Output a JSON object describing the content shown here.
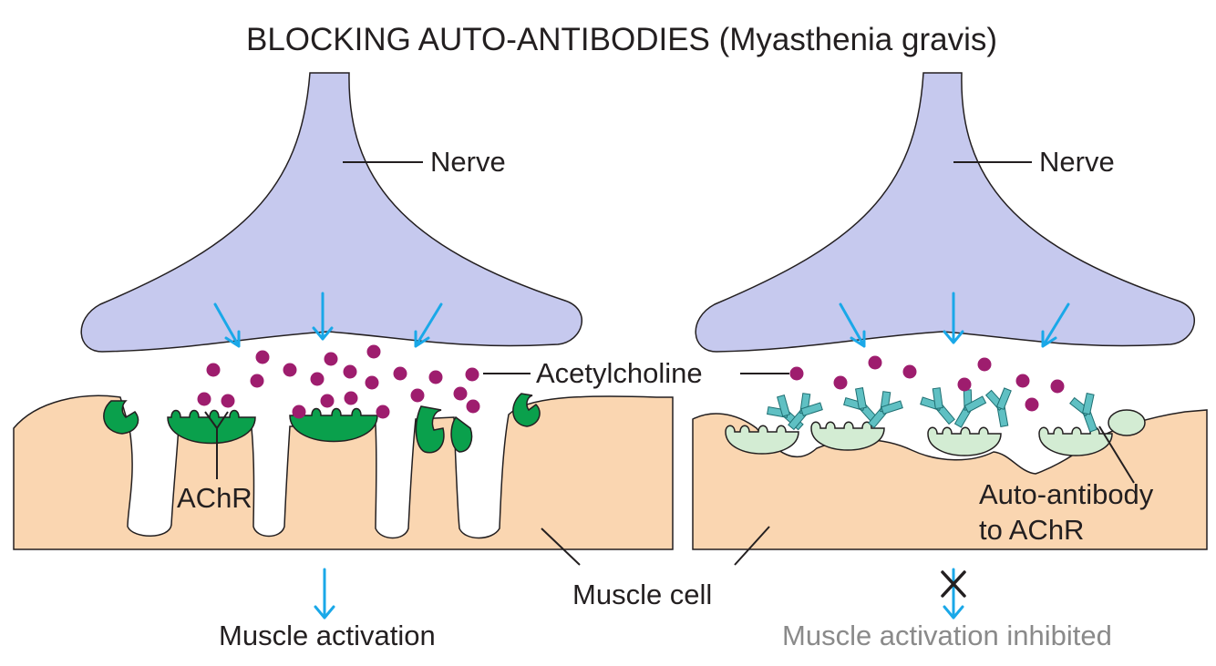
{
  "title": "BLOCKING AUTO-ANTIBODIES (Myasthenia gravis)",
  "left_panel": {
    "nerve_label": "Nerve",
    "receptor_label": "AChR",
    "outcome_label": "Muscle activation"
  },
  "right_panel": {
    "nerve_label": "Nerve",
    "antibody_label_line1": "Auto-antibody",
    "antibody_label_line2": "to AChR",
    "outcome_label": "Muscle activation inhibited"
  },
  "shared": {
    "acetylcholine_label": "Acetylcholine",
    "muscle_label": "Muscle cell"
  },
  "colors": {
    "nerve": "#c6c9ee",
    "muscle": "#fad6b1",
    "receptor_active": "#0aa04c",
    "receptor_blocked": "#d3ecd3",
    "antibody": "#5fc0c3",
    "acetylcholine": "#9e1d6e",
    "arrow": "#1aa8e8",
    "outline": "#231f20"
  }
}
